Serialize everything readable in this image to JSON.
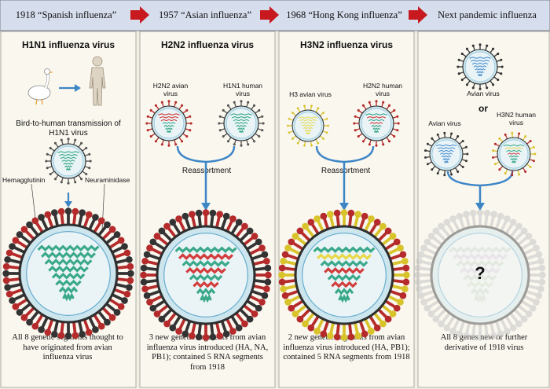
{
  "headers": [
    {
      "label": "1918 “Spanish influenza”"
    },
    {
      "label": "1957 “Asian influenza”"
    },
    {
      "label": "1968 “Hong Kong influenza”"
    },
    {
      "label": "Next pandemic influenza"
    }
  ],
  "panel1": {
    "title": "H1N1 influenza virus",
    "transmission": "Bird-to-human transmission of H1N1 virus",
    "hemagglutinin": "Hemagglutinin",
    "neuraminidase": "Neuraminidase",
    "caption": "All 8 genetic segments thought to have originated from avian influenza virus"
  },
  "panel2": {
    "title": "H2N2 influenza virus",
    "left_virus": "H2N2 avian virus",
    "right_virus": "H1N1 human virus",
    "reassortment": "Reassortment",
    "caption": "3 new genetic segments from avian influenza virus introduced (HA, NA, PB1); contained 5 RNA segments from 1918"
  },
  "panel3": {
    "title": "H3N2 influenza virus",
    "left_virus": "H3 avian virus",
    "right_virus": "H2N2 human virus",
    "reassortment": "Reassortment",
    "caption": "2 new genetic segments from avian influenza virus introduced (HA, PB1); contained 5 RNA segments from 1918"
  },
  "panel4": {
    "top_virus": "Avian virus",
    "or": "or",
    "left_virus": "Avian virus",
    "right_virus": "H3N2 human virus",
    "unknown": "?",
    "caption": "All 8 genes new or further derivative of 1918 virus"
  },
  "colors": {
    "header_bg": "#d6ddec",
    "panel_bg": "#faf7ef",
    "arrow_red": "#c8191e",
    "arrow_blue": "#3d86c6",
    "hemagglutinin": "#333333",
    "red_spike": "#b52a2a",
    "yellow_spike": "#d8c32a",
    "teal_rna": "#3aa88a",
    "red_rna": "#d23c3c",
    "yellow_rna": "#e7d94a",
    "blue_rna": "#4a8fd0"
  },
  "icons": [
    "goose-icon",
    "human-figure-icon",
    "virus-icon",
    "question-icon"
  ]
}
